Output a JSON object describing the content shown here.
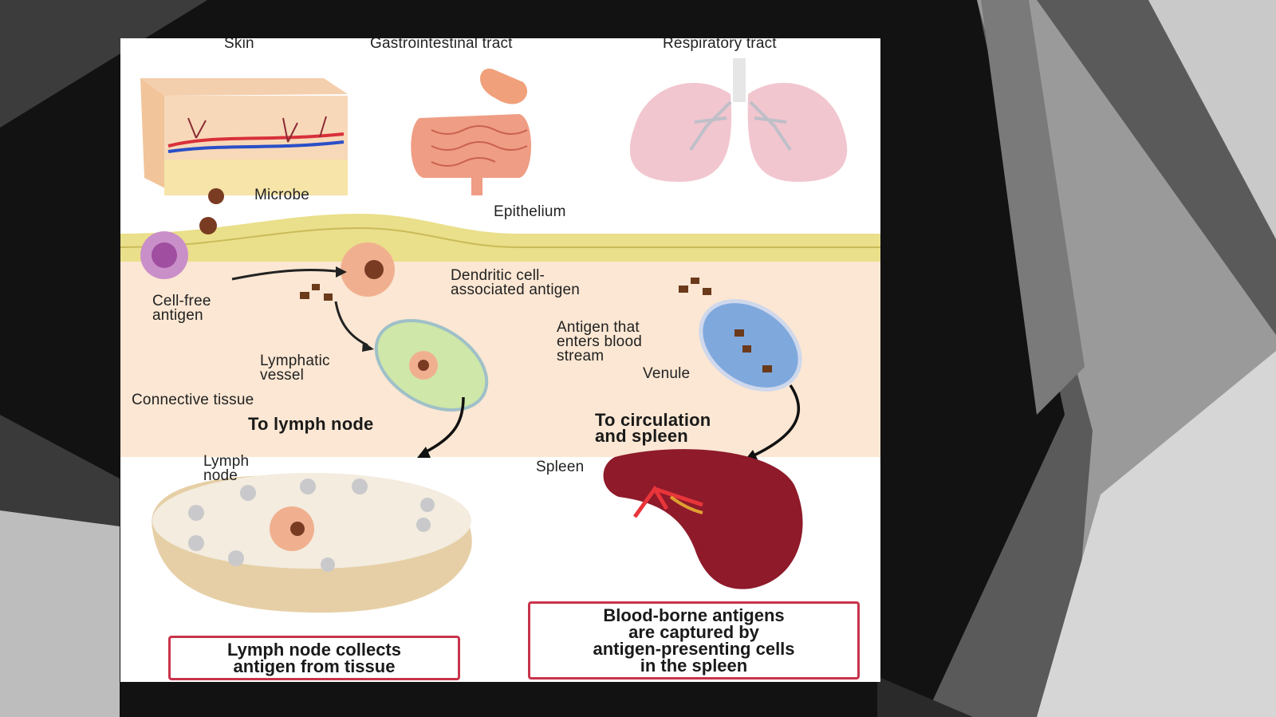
{
  "labels": {
    "skin": "Skin",
    "gi": "Gastrointestinal tract",
    "respiratory": "Respiratory tract",
    "microbe": "Microbe",
    "epithelium": "Epithelium",
    "dendritic": "Dendritic cell-\nassociated antigen",
    "cell_free": "Cell-free\nantigen",
    "antigen_blood": "Antigen that\nenters blood\nstream",
    "lymphatic_vessel": "Lymphatic\nvessel",
    "venule": "Venule",
    "connective": "Connective tissue",
    "to_lymph": "To lymph node",
    "to_circulation": "To circulation\nand spleen",
    "lymph_node": "Lymph\nnode",
    "spleen": "Spleen"
  },
  "boxes": {
    "lymph_caption": "Lymph node collects\nantigen from tissue",
    "spleen_caption": "Blood-borne antigens\nare captured by\nantigen-presenting cells\nin the spleen"
  },
  "colors": {
    "frame_border": "#c8344a",
    "tissue": "#fbe7d3",
    "epithelium": "#eadf8a",
    "spleen": "#8e1a2a"
  }
}
